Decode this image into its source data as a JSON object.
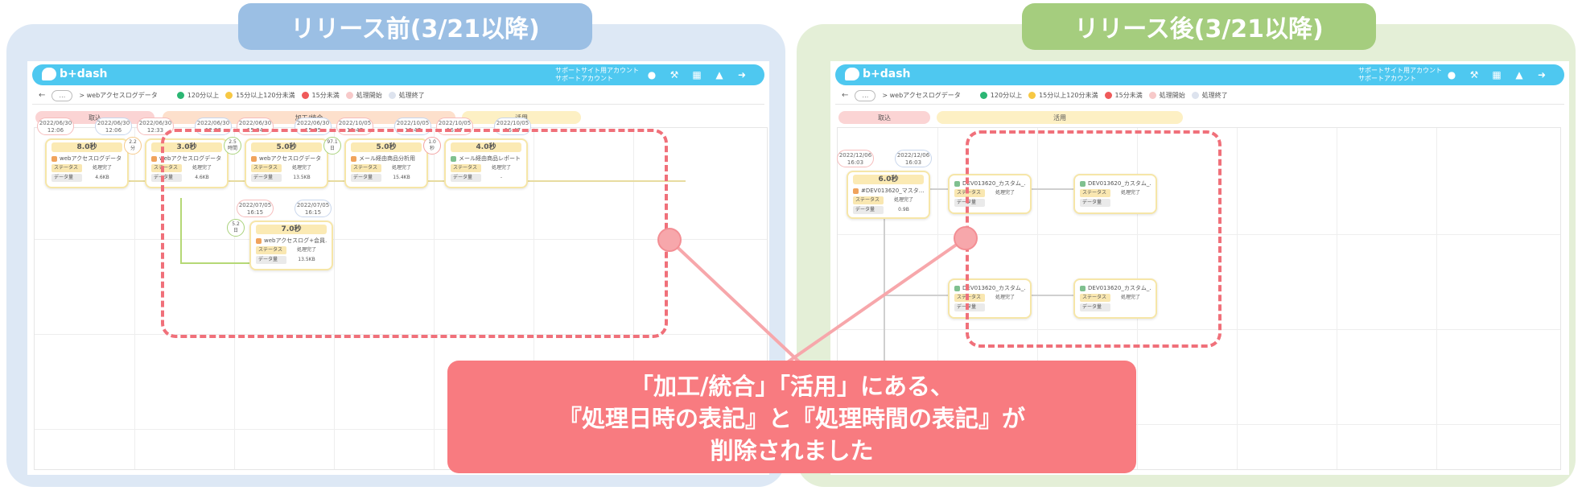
{
  "left": {
    "title": "リリース前(3/21以降)",
    "header": {
      "logo": "b+dash",
      "account_line1": "サポートサイト用アカウント",
      "account_line2": "サポートアカウント"
    },
    "breadcrumb": {
      "more": "…",
      "page": "webアクセスログデータ"
    },
    "legend": [
      {
        "label": "120分以上",
        "color": "#2bb673"
      },
      {
        "label": "15分以上120分未満",
        "color": "#f7c843"
      },
      {
        "label": "15分未満",
        "color": "#ef5a5a"
      },
      {
        "label": "処理開始",
        "color": "#f7c9c9"
      },
      {
        "label": "処理終了",
        "color": "#dde3ee"
      }
    ],
    "phases": [
      "取込",
      "加工/統合",
      "活用"
    ],
    "cards": [
      {
        "start": "2022/06/30\n12:06",
        "end": "2022/06/30\n12:06",
        "time": "8.0秒",
        "name": "webアクセスログデータ",
        "status_key": "ステータス",
        "status": "処理完了",
        "size_key": "データ量",
        "size": "4.6KB"
      },
      {
        "start": "2022/06/30\n12:33",
        "end": "2022/06/30\n12:33",
        "time": "3.0秒",
        "name": "webアクセスログデータ…",
        "status_key": "ステータス",
        "status": "処理完了",
        "size_key": "データ量",
        "size": "4.6KB"
      },
      {
        "start": "2022/06/30\n15:04",
        "end": "2022/06/30\n15:05",
        "time": "5.0秒",
        "name": "webアクセスログデータ…",
        "status_key": "ステータス",
        "status": "処理完了",
        "size_key": "データ量",
        "size": "13.5KB"
      },
      {
        "start": "2022/10/05\n16:47",
        "end": "2022/10/05\n16:47",
        "time": "5.0秒",
        "name": "メール経由商品分析用",
        "status_key": "ステータス",
        "status": "処理完了",
        "size_key": "データ量",
        "size": "15.4KB"
      },
      {
        "start": "2022/10/05\n16:47",
        "end": "2022/10/05\n16:47",
        "time": "4.0秒",
        "name": "メール経由商品レポート",
        "status_key": "ステータス",
        "status": "処理完了",
        "size_key": "データ量",
        "size": "-"
      },
      {
        "start": "2022/07/05\n16:15",
        "end": "2022/07/05\n16:15",
        "time": "7.0秒",
        "name": "webアクセスログ+会員…",
        "status_key": "ステータス",
        "status": "処理完了",
        "size_key": "データ量",
        "size": "13.5KB"
      }
    ],
    "gaps": [
      "2.2\n分",
      "2.5\n時間",
      "97.1\n日",
      "1.0\n秒",
      "5.2\n日"
    ]
  },
  "right": {
    "title": "リリース後(3/21以降)",
    "header": {
      "logo": "b+dash",
      "account_line1": "サポートサイト用アカウント",
      "account_line2": "サポートアカウント"
    },
    "breadcrumb": {
      "more": "…",
      "page": "webアクセスログデータ"
    },
    "legend": [
      {
        "label": "120分以上",
        "color": "#2bb673"
      },
      {
        "label": "15分以上120分未満",
        "color": "#f7c843"
      },
      {
        "label": "15分未満",
        "color": "#ef5a5a"
      },
      {
        "label": "処理開始",
        "color": "#f7c9c9"
      },
      {
        "label": "処理終了",
        "color": "#dde3ee"
      }
    ],
    "phases": [
      "取込",
      "活用"
    ],
    "source_card": {
      "start": "2022/12/06\n16:03",
      "end": "2022/12/06\n16:03",
      "time": "6.0秒",
      "name": "#DEV013620_マスタ…",
      "status_key": "ステータス",
      "status": "処理完了",
      "size_key": "データ量",
      "size": "0.9B"
    },
    "cards": [
      {
        "name": "DEV013620_カスタム_…",
        "status_key": "ステータス",
        "status": "処理完了",
        "size_key": "データ量"
      },
      {
        "name": "DEV013620_カスタム_…",
        "status_key": "ステータス",
        "status": "処理完了",
        "size_key": "データ量"
      },
      {
        "name": "DEV013620_カスタム_…",
        "status_key": "ステータス",
        "status": "処理完了",
        "size_key": "データ量"
      },
      {
        "name": "DEV013620_カスタム_…",
        "status_key": "ステータス",
        "status": "処理完了",
        "size_key": "データ量"
      }
    ]
  },
  "callout": {
    "line1": "「加工/統合」「活用」にある、",
    "line2": "『処理日時の表記』と『処理時間の表記』が",
    "line3": "削除されました"
  }
}
